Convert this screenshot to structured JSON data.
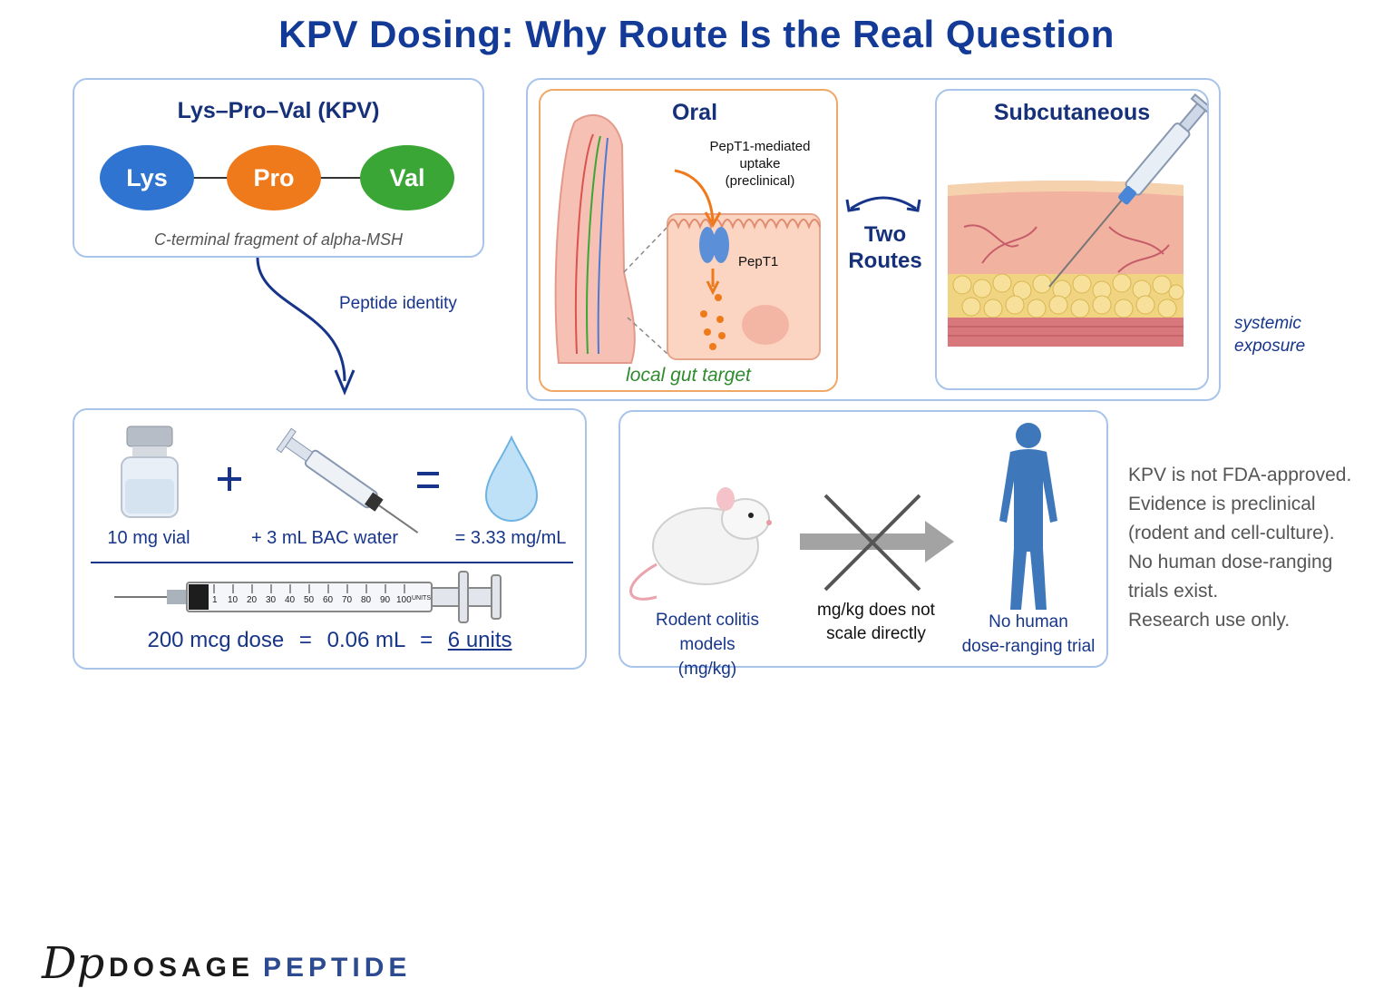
{
  "title": "KPV Dosing: Why Route Is the Real Question",
  "peptide": {
    "heading": "Lys–Pro–Val (KPV)",
    "residues": [
      {
        "label": "Lys",
        "color": "#2f74d0"
      },
      {
        "label": "Pro",
        "color": "#ee7a1c"
      },
      {
        "label": "Val",
        "color": "#3aa635"
      }
    ],
    "caption": "C-terminal fragment of alpha-MSH",
    "arrow_label": "Peptide identity"
  },
  "routes": {
    "oral": {
      "heading": "Oral",
      "uptake": [
        "PepT1-mediated",
        "uptake",
        "(preclinical)"
      ],
      "transporter": "PepT1",
      "target": "local gut target"
    },
    "center_label": [
      "Two",
      "Routes"
    ],
    "subq": {
      "heading": "Subcutaneous",
      "exposure": [
        "systemic",
        "exposure"
      ]
    }
  },
  "reconstitution": {
    "vial_label": "10 mg vial",
    "plus": "+",
    "water_label": "+ 3 mL BAC water",
    "equals": "=",
    "concentration_label": "= 3.33 mg/mL",
    "syringe_ticks": [
      "1",
      "10",
      "20",
      "30",
      "40",
      "50",
      "60",
      "70",
      "80",
      "90",
      "100"
    ],
    "syringe_units_text": "UNITS",
    "dose_line": {
      "dose": "200 mcg dose",
      "eq1": "=",
      "volume": "0.06 mL",
      "eq2": "=",
      "units": "6 units"
    }
  },
  "scaling": {
    "rodent_label": [
      "Rodent colitis models",
      "(mg/kg)"
    ],
    "arrow_label": [
      "mg/kg does not",
      "scale directly"
    ],
    "human_label": [
      "No human",
      "dose-ranging trial"
    ]
  },
  "disclaimer": [
    "KPV is not FDA-approved.",
    "Evidence is preclinical",
    "(rodent and cell-culture).",
    "No human dose-ranging",
    "trials exist.",
    "Research use only."
  ],
  "brand": {
    "monogram": "Dp",
    "part1": "DOSAGE",
    "part2": "PEPTIDE",
    "color_dark": "#1a1a1a",
    "color_blue": "#2b4a8f"
  }
}
